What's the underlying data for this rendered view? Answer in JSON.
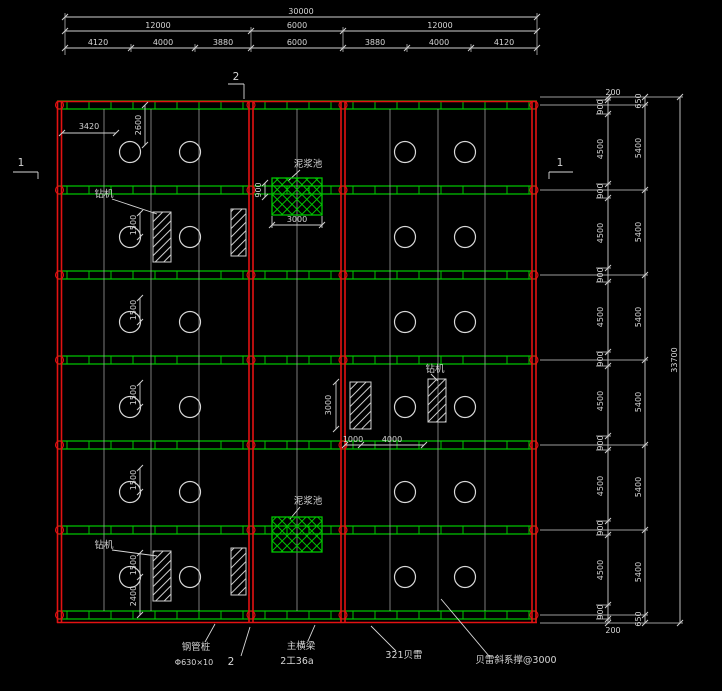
{
  "plan": {
    "labels": {
      "mud_pit_top": "泥浆池",
      "mud_pit_bottom": "泥浆池",
      "rig_left_top": "钻机",
      "rig_left_bottom": "钻机",
      "rig_mid": "钻机",
      "section_left": "1",
      "section_right": "1",
      "section_top": "2",
      "section_bottom": "2",
      "pile_label": "钢管桩",
      "pile_spec": "Φ630×10",
      "main_beam": "主横梁",
      "main_beam_spec": "2工36a",
      "bailey": "321贝雷",
      "bailey_brace": "贝雷斜系撑@3000"
    },
    "dims_top": {
      "overall": "30000",
      "row2": [
        "12000",
        "6000",
        "12000"
      ],
      "row3": [
        "4120",
        "4000",
        "3880",
        "6000",
        "3880",
        "4000",
        "4120"
      ]
    },
    "dims_right": {
      "overall": "33700",
      "chain_mid": [
        "650",
        "5400",
        "5400",
        "5400",
        "5400",
        "5400",
        "5400",
        "650"
      ],
      "chain_inner": [
        "200",
        "900",
        "4500",
        "900",
        "4500",
        "900",
        "4500",
        "900",
        "4500",
        "900",
        "4500",
        "900",
        "4500",
        "900",
        "200"
      ]
    },
    "dims_inner": {
      "d3420": "3420",
      "d2600": "2600",
      "d1500": [
        "1500",
        "1500",
        "1500",
        "1500",
        "1500"
      ],
      "d2400": "2400",
      "d900": "900",
      "d3000_top": "3000",
      "d3000_mid": "3000",
      "d1000": "1000",
      "d4000": "4000"
    },
    "colors": {
      "beam_red": "#e31212",
      "beam_green": "#00c400",
      "line_white": "#9a9a9a",
      "dim_white": "#cfcfcf"
    }
  }
}
